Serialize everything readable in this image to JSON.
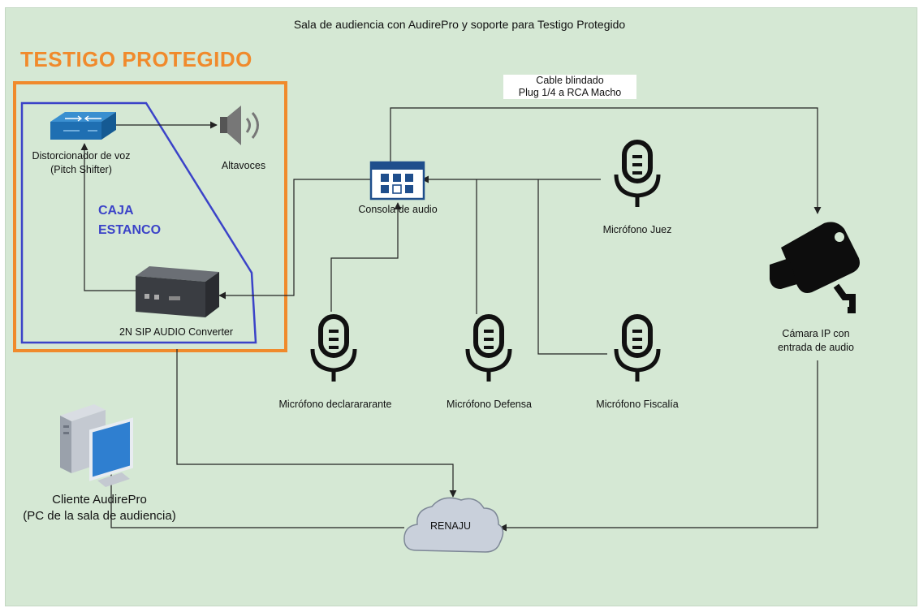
{
  "title": "Sala de audiencia con AudirePro y soporte para Testigo Protegido",
  "testigo_box": {
    "title": "TESTIGO PROTEGIDO",
    "color": "#f08a2c"
  },
  "caja": {
    "line1": "CAJA",
    "line2": "ESTANCO",
    "color": "#3b43c8"
  },
  "nodes": {
    "distorsionador": {
      "line1": "Distorcionador de voz",
      "line2": "(Pitch Shifter)",
      "icon": "network-switch-icon"
    },
    "altavoces": {
      "label": "Altavoces",
      "icon": "speaker-icon"
    },
    "converter": {
      "label": "2N SIP AUDIO Converter",
      "icon": "audio-converter-icon"
    },
    "consola": {
      "label": "Consola de audio",
      "icon": "mixer-console-icon"
    },
    "mic_juez": {
      "label": "Micrófono Juez",
      "icon": "microphone-icon"
    },
    "mic_declarante": {
      "label": "Micrófono declarararante",
      "icon": "microphone-icon"
    },
    "mic_defensa": {
      "label": "Micrófono Defensa",
      "icon": "microphone-icon"
    },
    "mic_fiscalia": {
      "label": "Micrófono Fiscalía",
      "icon": "microphone-icon"
    },
    "camara": {
      "line1": "Cámara IP con",
      "line2": "entrada de audio",
      "icon": "cctv-camera-icon"
    },
    "cliente": {
      "line1": "Cliente AudirePro",
      "line2": "(PC de la sala de audiencia)",
      "icon": "desktop-pc-icon"
    },
    "renaju": {
      "label": "RENAJU",
      "icon": "cloud-icon"
    }
  },
  "edges": {
    "cable": {
      "line1": "Cable blindado",
      "line2": "Plug 1/4 a RCA Macho"
    }
  }
}
